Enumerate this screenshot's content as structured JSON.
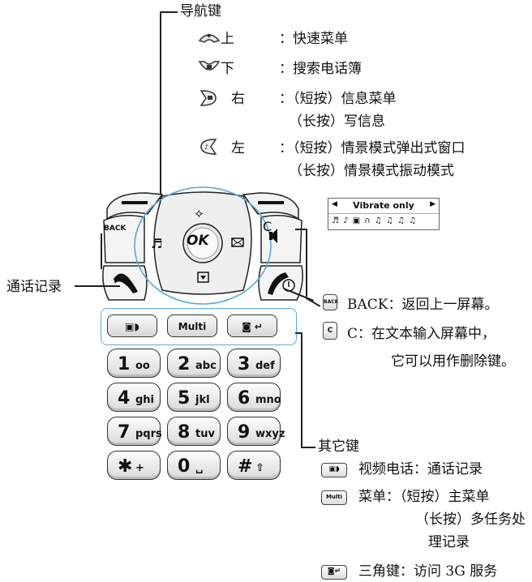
{
  "nav": {
    "title": "导航键",
    "up_dir": "上",
    "up_desc": "：快速菜单",
    "down_dir": "下",
    "down_desc": "：搜索电话簿",
    "right_dir": "右",
    "right_desc1": "：（短按）信息菜单",
    "right_desc2": "（长按）写信息",
    "left_dir": "左",
    "left_desc1": "：（短按）情景模式弹出式窗口",
    "left_desc2": "（长按）情景模式振动模式"
  },
  "vibrate_popup": {
    "label": "Vibrate only",
    "icons": "♬ ♪ ▣ ∩ ♫ ♫ ♫ ♫"
  },
  "call_log_label": "通话记录",
  "back_desc": "BACK：返回上一屏幕。",
  "c_desc1": "C：在文本输入屏幕中，",
  "c_desc2": "它可以用作删除键。",
  "other_keys": {
    "title": "其它键",
    "video_desc": "视频电话：通话记录",
    "menu_desc1": "菜单：（短按）主菜单",
    "menu_desc2": "（长按）多任务处",
    "menu_desc3": "理记录",
    "tri_desc": "三角键：访问 3G 服务"
  },
  "phone": {
    "back_label": "BACK",
    "c_label": "C",
    "ok_label": "OK",
    "multi_label": "Multi",
    "keys": [
      {
        "num": "1",
        "sub": "oo"
      },
      {
        "num": "2",
        "sub": "abc"
      },
      {
        "num": "3",
        "sub": "def"
      },
      {
        "num": "4",
        "sub": "ghi"
      },
      {
        "num": "5",
        "sub": "jkl"
      },
      {
        "num": "6",
        "sub": "mno"
      },
      {
        "num": "7",
        "sub": "pqrs"
      },
      {
        "num": "8",
        "sub": "tuv"
      },
      {
        "num": "9",
        "sub": "wxyz"
      },
      {
        "num": "✱",
        "sub": "+"
      },
      {
        "num": "0",
        "sub": "␣"
      },
      {
        "num": "#",
        "sub": "⇧"
      }
    ]
  }
}
